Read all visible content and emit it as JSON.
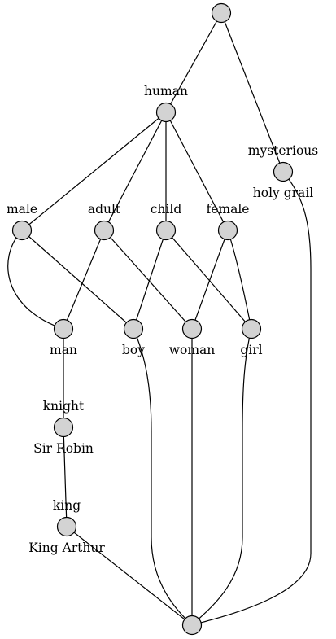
{
  "colors": {
    "node_fill": "#d3d3d3",
    "stroke": "#000000",
    "background": "#ffffff"
  },
  "nodes": {
    "top": {
      "upper": "",
      "lower": ""
    },
    "human": {
      "upper": "human",
      "lower": ""
    },
    "mysterious": {
      "upper": "mysterious",
      "lower": "holy grail"
    },
    "male": {
      "upper": "male",
      "lower": ""
    },
    "adult": {
      "upper": "adult",
      "lower": ""
    },
    "child": {
      "upper": "child",
      "lower": ""
    },
    "female": {
      "upper": "female",
      "lower": ""
    },
    "man": {
      "upper": "",
      "lower": "man"
    },
    "boy": {
      "upper": "",
      "lower": "boy"
    },
    "woman": {
      "upper": "",
      "lower": "woman"
    },
    "girl": {
      "upper": "",
      "lower": "girl"
    },
    "knight": {
      "upper": "knight",
      "lower": "Sir Robin"
    },
    "king": {
      "upper": "king",
      "lower": "King Arthur"
    },
    "bottom": {
      "upper": "",
      "lower": ""
    }
  },
  "edges": [
    [
      "top",
      "human"
    ],
    [
      "top",
      "mysterious"
    ],
    [
      "human",
      "male"
    ],
    [
      "human",
      "adult"
    ],
    [
      "human",
      "child"
    ],
    [
      "human",
      "female"
    ],
    [
      "male",
      "man"
    ],
    [
      "male",
      "boy"
    ],
    [
      "adult",
      "man"
    ],
    [
      "adult",
      "woman"
    ],
    [
      "child",
      "boy"
    ],
    [
      "child",
      "girl"
    ],
    [
      "female",
      "woman"
    ],
    [
      "female",
      "girl"
    ],
    [
      "man",
      "knight"
    ],
    [
      "knight",
      "king"
    ],
    [
      "king",
      "bottom"
    ],
    [
      "boy",
      "bottom"
    ],
    [
      "woman",
      "bottom"
    ],
    [
      "girl",
      "bottom"
    ],
    [
      "mysterious",
      "bottom"
    ]
  ]
}
